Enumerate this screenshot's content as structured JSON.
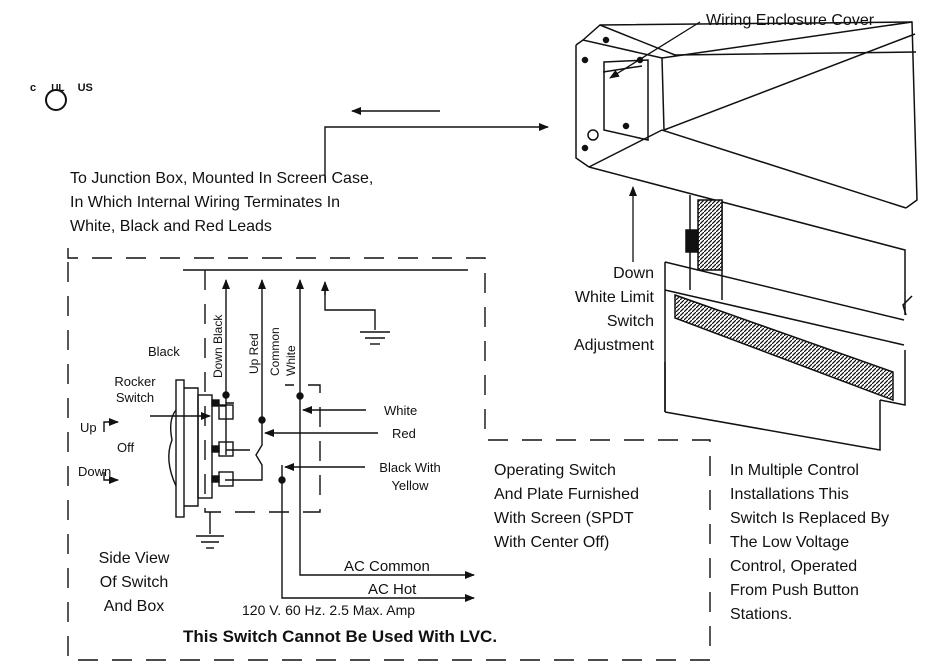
{
  "labels": {
    "wiring_enclosure_cover": "Wiring Enclosure Cover",
    "junction_box": [
      "To Junction Box, Mounted In Screen Case,",
      "In Which Internal Wiring Terminates In",
      "White, Black and Red Leads"
    ],
    "down_white_limit": [
      "Down",
      "White Limit",
      "Switch",
      "Adjustment"
    ],
    "black": "Black",
    "rocker_switch": [
      "Rocker",
      "Switch"
    ],
    "up": "Up",
    "off": "Off",
    "down": "Down",
    "down_black": "Down Black",
    "up_red": "Up Red",
    "common_white": [
      "Common",
      "White"
    ],
    "white": "White",
    "red": "Red",
    "black_with_yellow": [
      "Black With",
      "Yellow"
    ],
    "operating_switch": [
      "Operating Switch",
      "And Plate Furnished",
      "With Screen (SPDT",
      "With Center Off)"
    ],
    "multiple_control": [
      "In Multiple Control",
      "Installations This",
      "Switch Is Replaced By",
      "The Low Voltage",
      "Control, Operated",
      "From Push Button",
      "Stations."
    ],
    "side_view": [
      "Side View",
      "Of Switch",
      "And Box"
    ],
    "ac_common": "AC Common",
    "ac_hot": "AC Hot",
    "power_rating": "120 V. 60 Hz. 2.5 Max. Amp",
    "warning": "This Switch Cannot Be Used With LVC."
  },
  "logo": {
    "mark": "UL",
    "prefix": "c",
    "suffix": "US"
  }
}
